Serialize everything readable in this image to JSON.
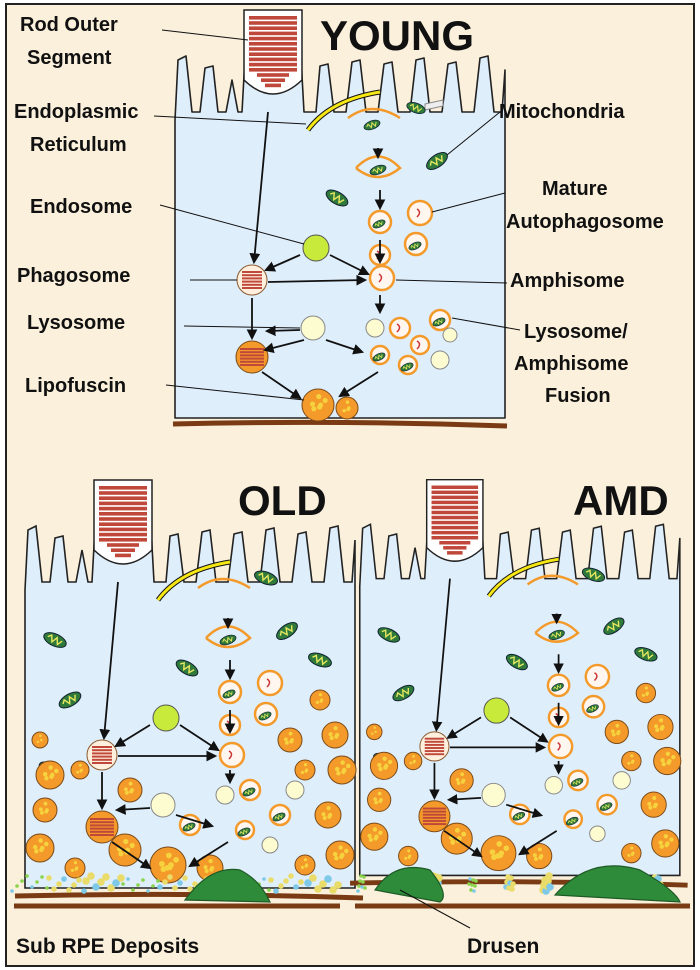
{
  "panels": {
    "young": "YOUNG",
    "old": "OLD",
    "amd": "AMD"
  },
  "labels": {
    "rod_outer_1": "Rod Outer",
    "rod_outer_2": "Segment",
    "er_1": "Endoplasmic",
    "er_2": "Reticulum",
    "endosome": "Endosome",
    "phagosome": "Phagosome",
    "lysosome": "Lysosome",
    "lipofuscin": "Lipofuscin",
    "mitochondria": "Mitochondria",
    "mature_1": "Mature",
    "mature_2": "Autophagosome",
    "amphisome": "Amphisome",
    "fusion_1": "Lysosome/",
    "fusion_2": "Amphisome",
    "fusion_3": "Fusion",
    "sub_rpe": "Sub RPE Deposits",
    "drusen": "Drusen"
  },
  "colors": {
    "background": "#fbf0db",
    "cell": "#dfeefb",
    "bruch": "#7a3b14",
    "mitochondria": "#2f7a3a",
    "endosome": "#c8ea3a",
    "lysosome": "#fdfbd0",
    "lipofuscin": "#f39a2a",
    "rod": "#c0483a",
    "drusen": "#2e8b3a"
  }
}
